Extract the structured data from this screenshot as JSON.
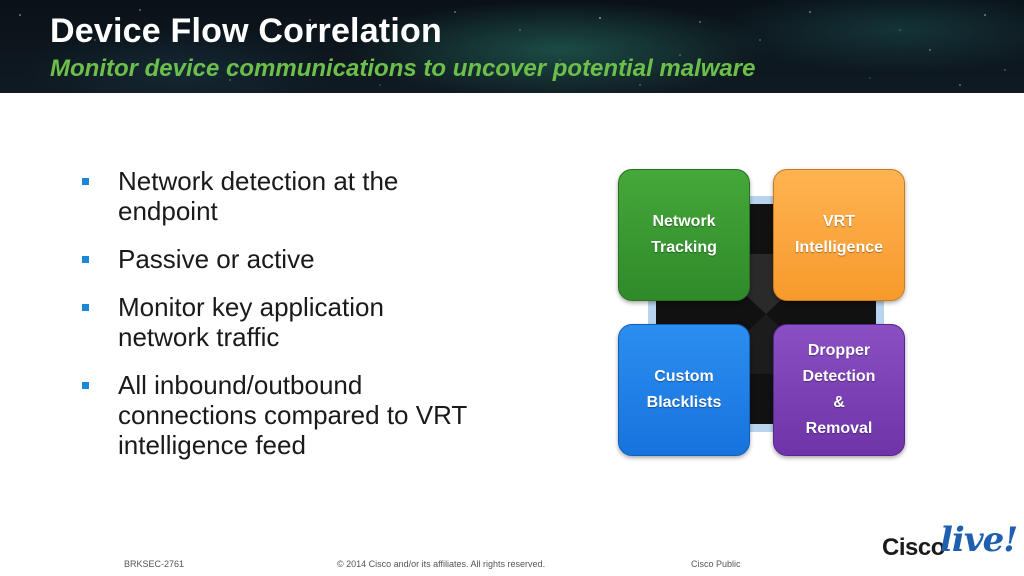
{
  "header": {
    "title": "Device Flow Correlation",
    "subtitle": "Monitor device communications to uncover potential malware"
  },
  "bullets": [
    "Network detection at the endpoint",
    "Passive or active",
    "Monitor key application network traffic",
    "All inbound/outbound connections compared to VRT intelligence feed"
  ],
  "diagram": {
    "tiles": [
      {
        "label": "Network\nTracking",
        "color": "#3a9a32"
      },
      {
        "label": "VRT\nIntelligence",
        "color": "#fbaa44"
      },
      {
        "label": "Custom\nBlacklists",
        "color": "#1f80e8"
      },
      {
        "label": "Dropper\nDetection\n&\nRemoval",
        "color": "#7b41b6"
      }
    ]
  },
  "footer": {
    "session": "BRKSEC-2761",
    "copyright": "© 2014 Cisco and/or its affiliates. All rights reserved.",
    "classification": "Cisco Public"
  },
  "logo": {
    "brand": "Cisco",
    "event": "live!"
  },
  "colors": {
    "accent_green": "#6cc04a",
    "bullet_blue": "#1e88d8"
  }
}
